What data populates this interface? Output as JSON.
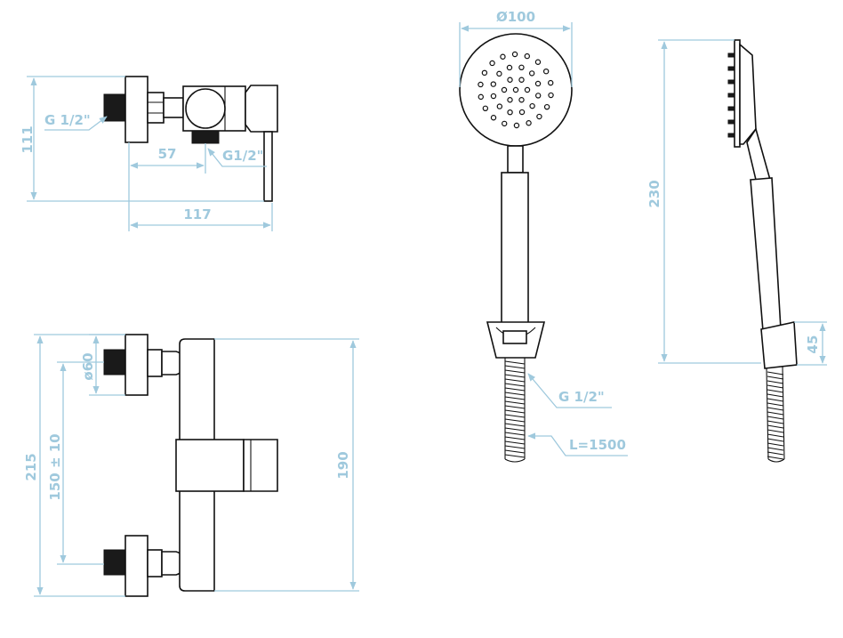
{
  "colors": {
    "dimension": "#9fc9dd",
    "outline": "#111111",
    "connector": "#1a1a1a",
    "background": "#ffffff"
  },
  "views": {
    "mixer_side": {
      "height_dim": "111",
      "thread_inlet": "G 1/2\"",
      "offset_dim": "57",
      "thread_outlet": "G1/2\"",
      "depth_dim": "117"
    },
    "mixer_front": {
      "total_height_dim": "215",
      "spacing_dim": "150 ± 10",
      "eccentric_dim": "ø60",
      "body_height_dim": "190"
    },
    "hand_shower_front": {
      "diameter_dim": "Ø100",
      "thread_dim": "G 1/2\"",
      "hose_length_dim": "L=1500"
    },
    "hand_shower_side": {
      "length_dim": "230",
      "holder_dim": "45"
    }
  }
}
